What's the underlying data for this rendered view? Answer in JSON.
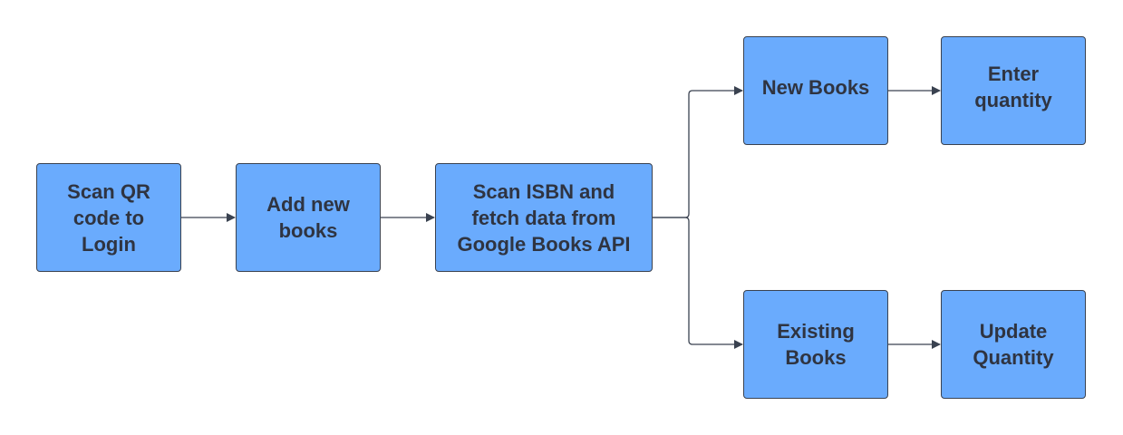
{
  "colors": {
    "node_fill": "#6aabfd",
    "node_border": "#3a4250",
    "node_text": "#2f3441",
    "connector": "#3a4250",
    "background": "#ffffff"
  },
  "nodes": {
    "login": "Scan QR\ncode to\nLogin",
    "add_books": "Add new\nbooks",
    "scan_isbn": "Scan ISBN and\nfetch data from\nGoogle Books API",
    "new_books": "New Books",
    "enter_quantity": "Enter\nquantity",
    "existing_books": "Existing\nBooks",
    "update_quantity": "Update\nQuantity"
  },
  "edges": [
    {
      "from": "login",
      "to": "add_books"
    },
    {
      "from": "add_books",
      "to": "scan_isbn"
    },
    {
      "from": "scan_isbn",
      "to": "new_books"
    },
    {
      "from": "scan_isbn",
      "to": "existing_books"
    },
    {
      "from": "new_books",
      "to": "enter_quantity"
    },
    {
      "from": "existing_books",
      "to": "update_quantity"
    }
  ]
}
